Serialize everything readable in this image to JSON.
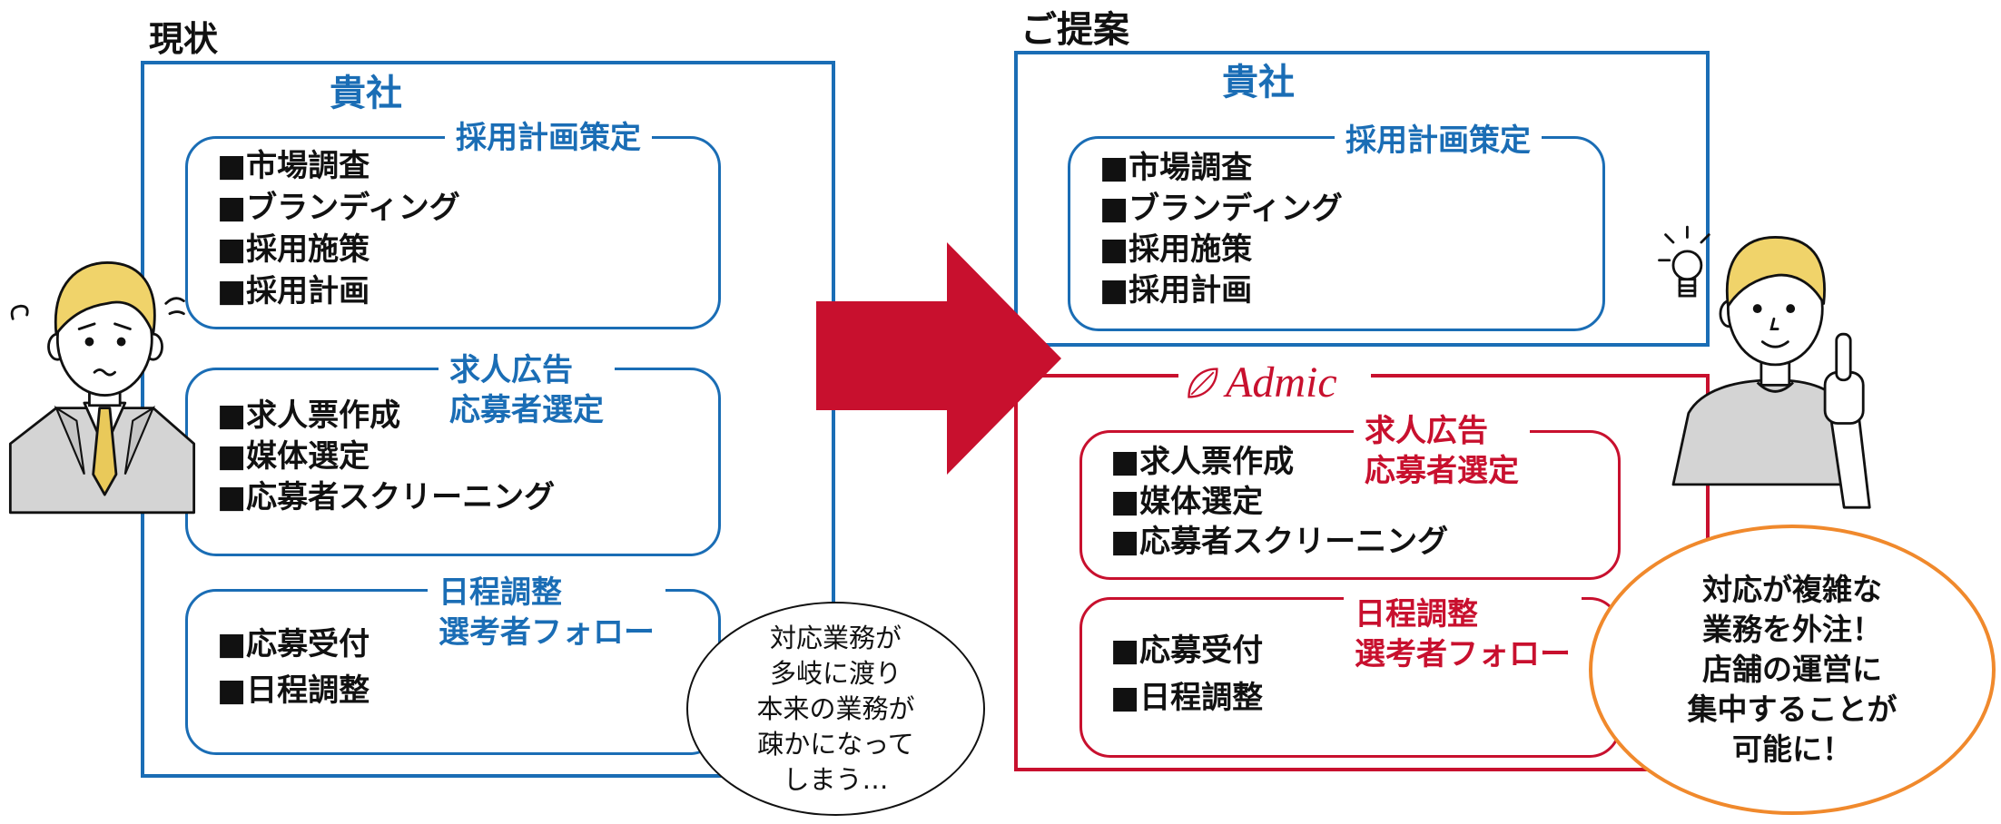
{
  "colors": {
    "blue": "#1a6db5",
    "red": "#c8102e",
    "orange": "#f0892c",
    "text": "#111111",
    "hair": "#f0d36a",
    "clothing": "#d4d4d4"
  },
  "current": {
    "heading": "現状",
    "company_label": "貴社",
    "sections": [
      {
        "title": [
          "採用計画策定"
        ],
        "items": [
          "■市場調査",
          "■ブランディング",
          "■採用施策",
          "■採用計画"
        ]
      },
      {
        "title": [
          "求人広告",
          "応募者選定"
        ],
        "items": [
          "■求人票作成",
          "■媒体選定",
          "■応募者スクリーニング"
        ]
      },
      {
        "title": [
          "日程調整",
          "選考者フォロー"
        ],
        "items": [
          "■応募受付",
          "■日程調整"
        ]
      }
    ],
    "speech_bubble": [
      "対応業務が",
      "多岐に渡り",
      "本来の業務が",
      "疎かになって",
      "しまう…"
    ],
    "person_icon": "worried-businessman-illustration"
  },
  "proposal": {
    "heading": "ご提案",
    "company_label": "貴社",
    "company_section": {
      "title": [
        "採用計画策定"
      ],
      "items": [
        "■市場調査",
        "■ブランディング",
        "■採用施策",
        "■採用計画"
      ]
    },
    "vendor_logo_text": "Admic",
    "vendor_logo_icon": "leaf-icon",
    "vendor_sections": [
      {
        "title": [
          "求人広告",
          "応募者選定"
        ],
        "items": [
          "■求人票作成",
          "■媒体選定",
          "■応募者スクリーニング"
        ]
      },
      {
        "title": [
          "日程調整",
          "選考者フォロー"
        ],
        "items": [
          "■応募受付",
          "■日程調整"
        ]
      }
    ],
    "callout": [
      "対応が複雑な",
      "業務を外注！",
      "店舗の運営に",
      "集中することが",
      "可能に！"
    ],
    "person_icon": "idea-person-illustration"
  },
  "transition_icon": "right-arrow-icon"
}
